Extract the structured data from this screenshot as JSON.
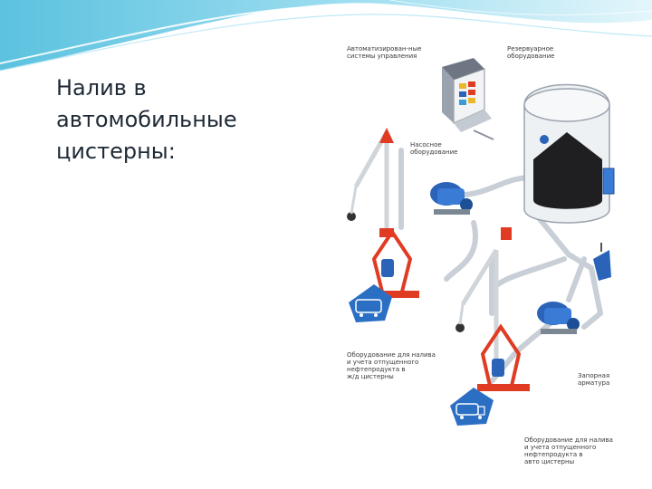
{
  "slide": {
    "title_lines": [
      "Налив в",
      "автомобильные",
      "цистерны:"
    ]
  },
  "colors": {
    "header_wave": "#7fd0e8",
    "pipe": "#c9cfd6",
    "pump_blue": "#2a63b8",
    "loader_red": "#e03c24",
    "tank_grey": "#e9ecef",
    "truck_badge": "#2b6fc4"
  },
  "diagram": {
    "labels": {
      "automation": [
        "Автоматизирован-ные",
        "системы управления"
      ],
      "tank_equipment": [
        "Резервуарное",
        "оборудование"
      ],
      "pump_equipment": [
        "Насосное",
        "оборудование"
      ],
      "rail_loading": [
        "Оборудование для налива",
        "и учета отпущенного",
        "нефтепродукта в",
        "ж/д цистерны"
      ],
      "valves": [
        "Запорная",
        "арматура"
      ],
      "truck_loading": [
        "Оборудование для налива",
        "и учета отпущенного",
        "нефтепродукта в",
        "авто цистерны"
      ]
    },
    "icons": [
      "computer-terminal-icon",
      "storage-tank-icon",
      "pump-icon",
      "loading-arm-icon",
      "rail-tank-icon",
      "tank-truck-icon"
    ]
  }
}
